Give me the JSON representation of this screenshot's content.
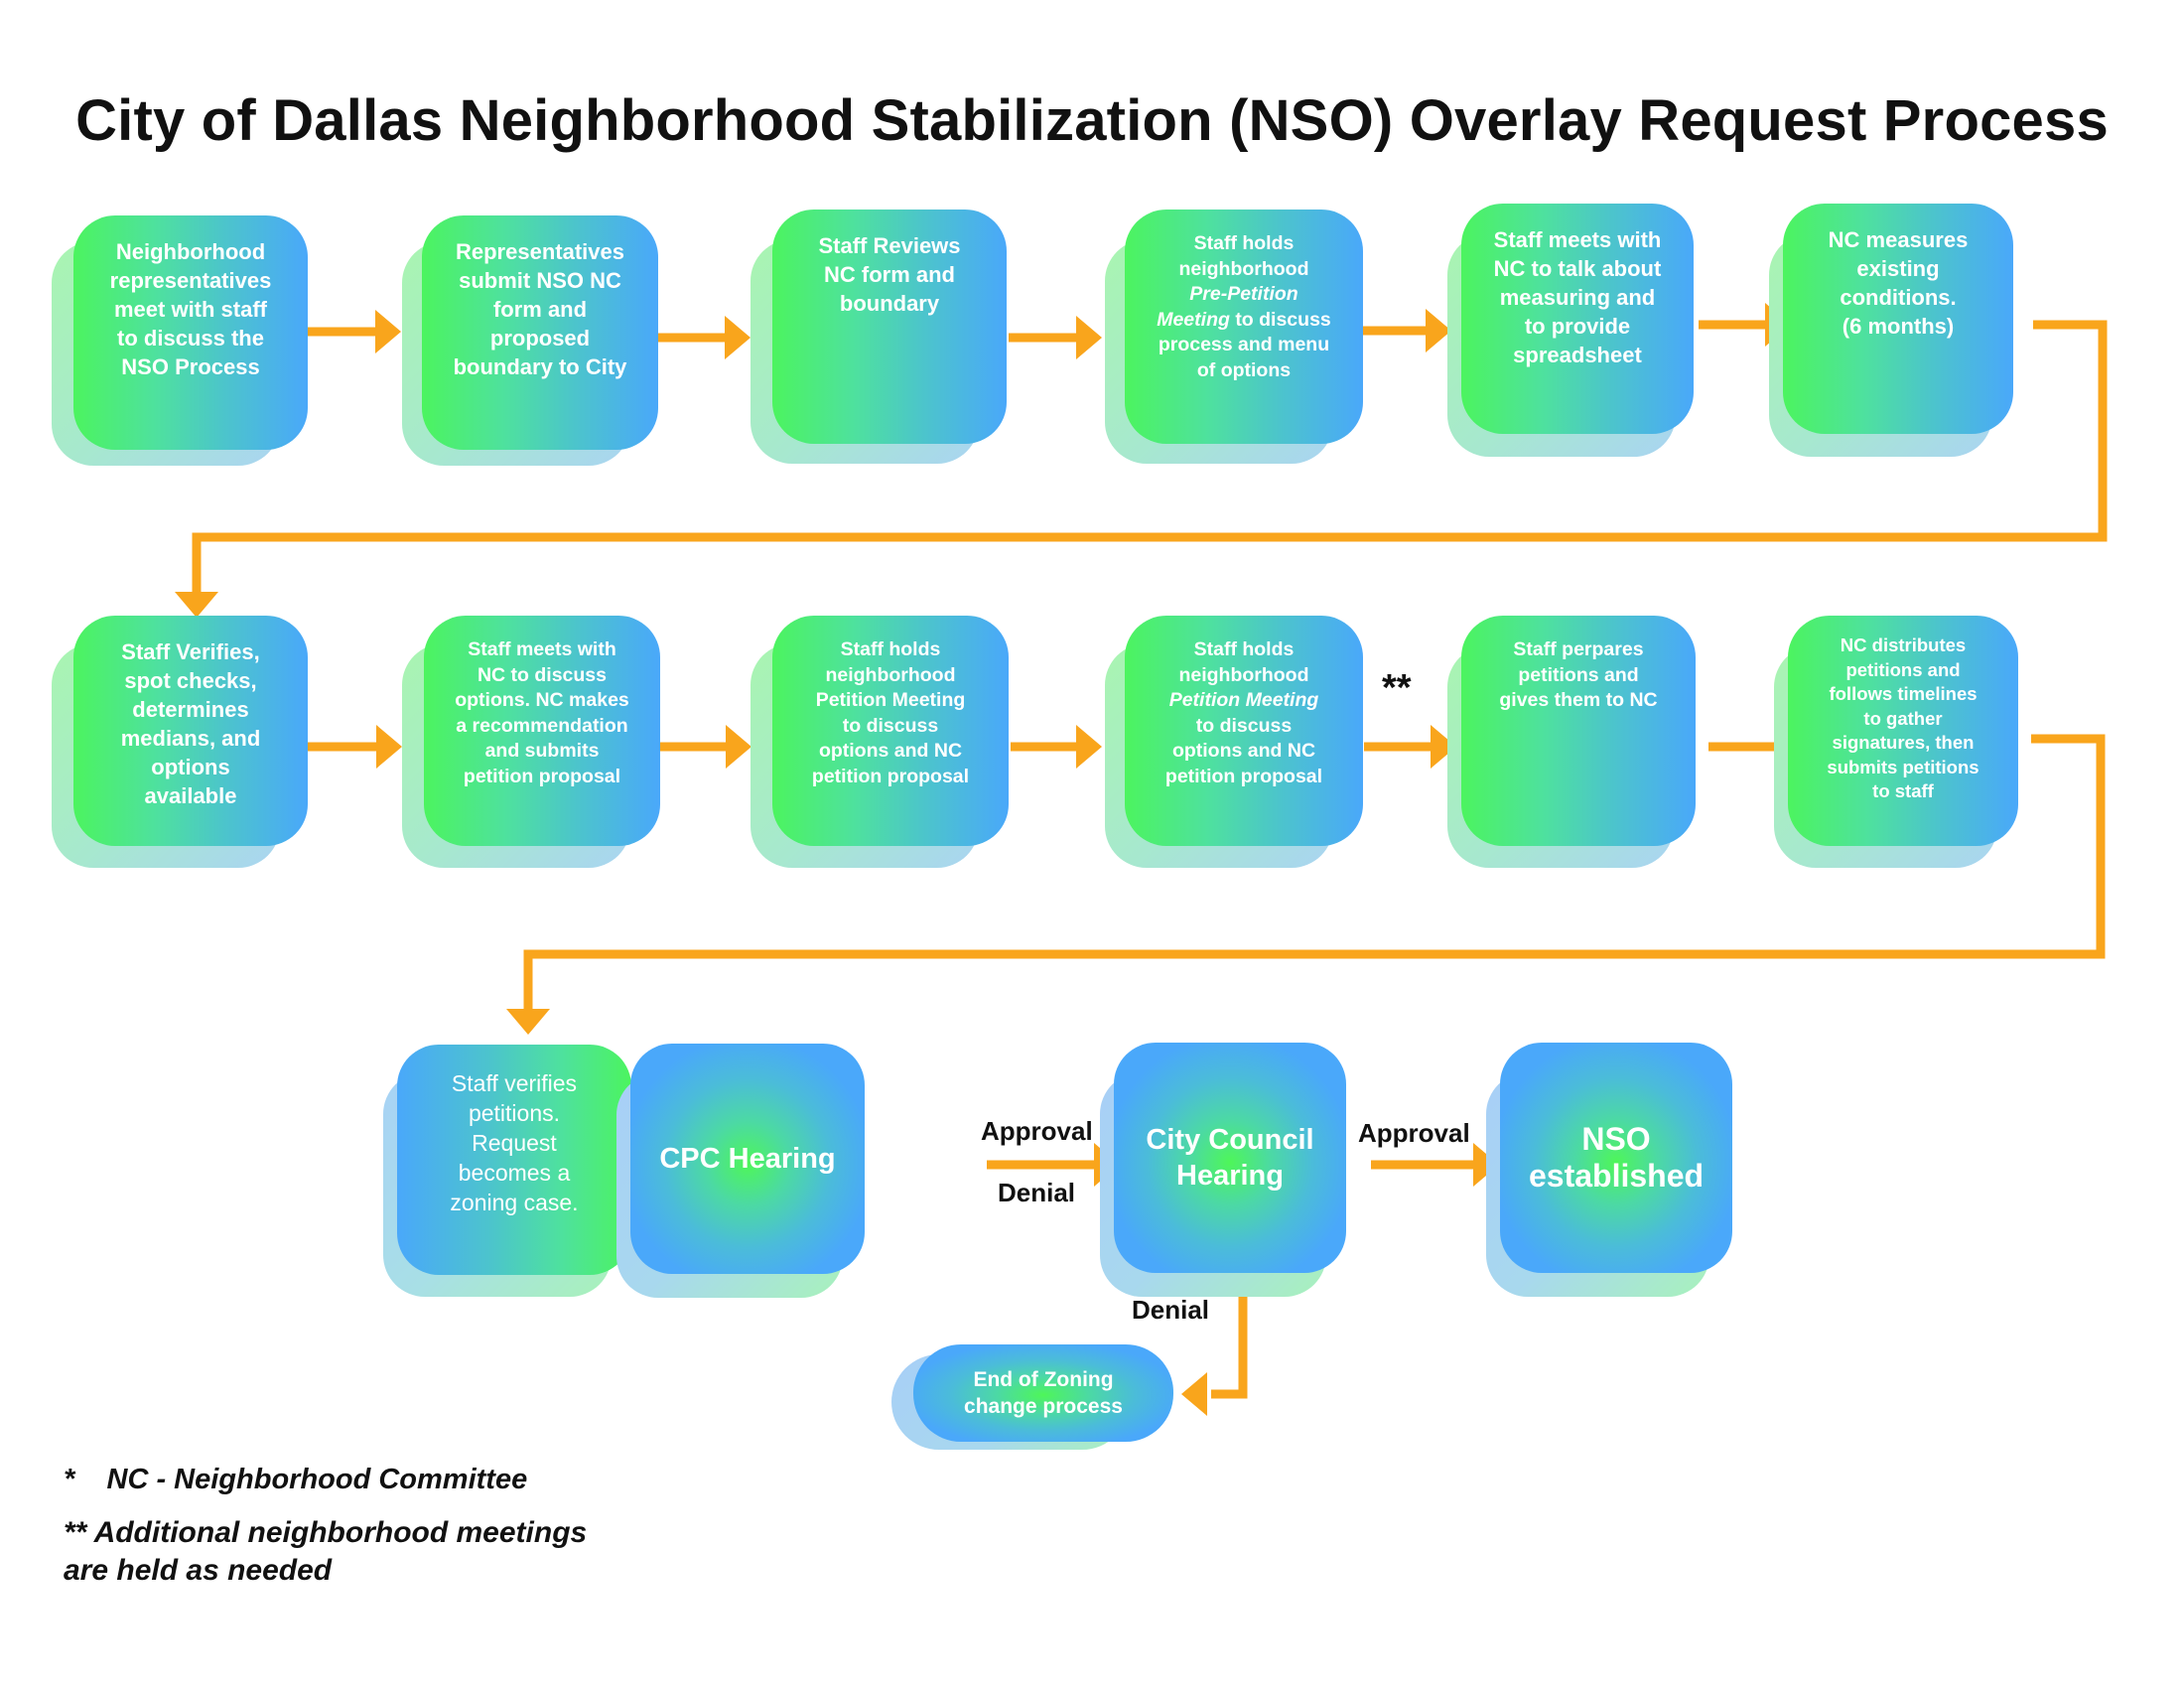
{
  "title": "City of Dallas Neighborhood Stabilization (NSO) Overlay Request Process",
  "colors": {
    "arrow": "#f9a51c",
    "green": "#4cf45f",
    "blue": "#4aa8fa",
    "text_on_box": "#ffffff"
  },
  "row1": [
    {
      "lines": [
        {
          "t": "Neighborhood"
        },
        {
          "t": "representatives"
        },
        {
          "t": "meet with staff"
        },
        {
          "t": "to discuss the"
        },
        {
          "t": "NSO Process"
        }
      ]
    },
    {
      "lines": [
        {
          "t": "Representatives"
        },
        {
          "t": "submit NSO NC"
        },
        {
          "t": "form and"
        },
        {
          "t": "proposed"
        },
        {
          "t": "boundary to City"
        }
      ]
    },
    {
      "lines": [
        {
          "t": "Staff Reviews"
        },
        {
          "t": "NC form and"
        },
        {
          "t": "boundary"
        }
      ]
    },
    {
      "lines": [
        {
          "t": "Staff holds"
        },
        {
          "t": "neighborhood"
        },
        {
          "t": "Pre-Petition"
        },
        {
          "t": "Meeting"
        },
        {
          "t": "to discuss"
        },
        {
          "t": "process and menu"
        },
        {
          "t": "of options"
        }
      ]
    },
    {
      "lines": [
        {
          "t": "Staff meets with"
        },
        {
          "t": "NC to talk about"
        },
        {
          "t": "measuring and"
        },
        {
          "t": "to provide"
        },
        {
          "t": "spreadsheet"
        }
      ]
    },
    {
      "lines": [
        {
          "t": "NC measures"
        },
        {
          "t": "existing"
        },
        {
          "t": "conditions."
        },
        {
          "t": "(6 months)"
        }
      ]
    }
  ],
  "row2": [
    {
      "lines": [
        {
          "t": "Staff Verifies,"
        },
        {
          "t": "spot checks,"
        },
        {
          "t": "determines"
        },
        {
          "t": "medians, and"
        },
        {
          "t": "options"
        },
        {
          "t": "available"
        }
      ]
    },
    {
      "lines": [
        {
          "t": "Staff meets with"
        },
        {
          "t": "NC to discuss"
        },
        {
          "t": "options. NC makes"
        },
        {
          "t": "a recommendation"
        },
        {
          "t": "and submits"
        },
        {
          "t": "petition proposal"
        }
      ]
    },
    {
      "lines": [
        {
          "t": "Staff holds"
        },
        {
          "t": "neighborhood"
        },
        {
          "t": "Petition Meeting"
        },
        {
          "t": "to discuss"
        },
        {
          "t": "options and NC"
        },
        {
          "t": "petition proposal"
        }
      ]
    },
    {
      "lines": [
        {
          "t": "Staff holds"
        },
        {
          "t": "neighborhood"
        },
        {
          "t": "Petition Meeting"
        },
        {
          "t": "to discuss"
        },
        {
          "t": "options and NC"
        },
        {
          "t": "petition proposal"
        }
      ]
    },
    {
      "lines": [
        {
          "t": "Staff perpares"
        },
        {
          "t": "petitions and"
        },
        {
          "t": "gives them to NC"
        }
      ]
    },
    {
      "lines": [
        {
          "t": "NC distributes"
        },
        {
          "t": "petitions and"
        },
        {
          "t": "follows timelines"
        },
        {
          "t": "to gather"
        },
        {
          "t": "signatures, then"
        },
        {
          "t": "submits petitions"
        },
        {
          "t": "to staff"
        }
      ]
    }
  ],
  "row3": [
    {
      "lines": [
        {
          "t": "Staff verifies"
        },
        {
          "t": "petitions."
        },
        {
          "t": "Request"
        },
        {
          "t": "becomes a"
        },
        {
          "t": "zoning case."
        }
      ]
    },
    {
      "lines": [
        {
          "t": "CPC Hearing"
        }
      ]
    },
    {
      "lines": [
        {
          "t": "City Council"
        },
        {
          "t": "Hearing"
        }
      ]
    },
    {
      "lines": [
        {
          "t": "NSO"
        },
        {
          "t": "established"
        }
      ]
    }
  ],
  "end_node": {
    "lines": [
      {
        "t": "End of Zoning"
      },
      {
        "t": "change process"
      }
    ]
  },
  "labels": {
    "cpc_approval": "Approval",
    "cpc_denial": "Denial",
    "council_approval": "Approval",
    "council_denial": "Denial",
    "additional_meetings_marker": "**"
  },
  "notes": {
    "nc_definition": "*    NC - Neighborhood Committee",
    "meetings_line1": "** Additional neighborhood meetings",
    "meetings_line2": "are held as needed"
  }
}
